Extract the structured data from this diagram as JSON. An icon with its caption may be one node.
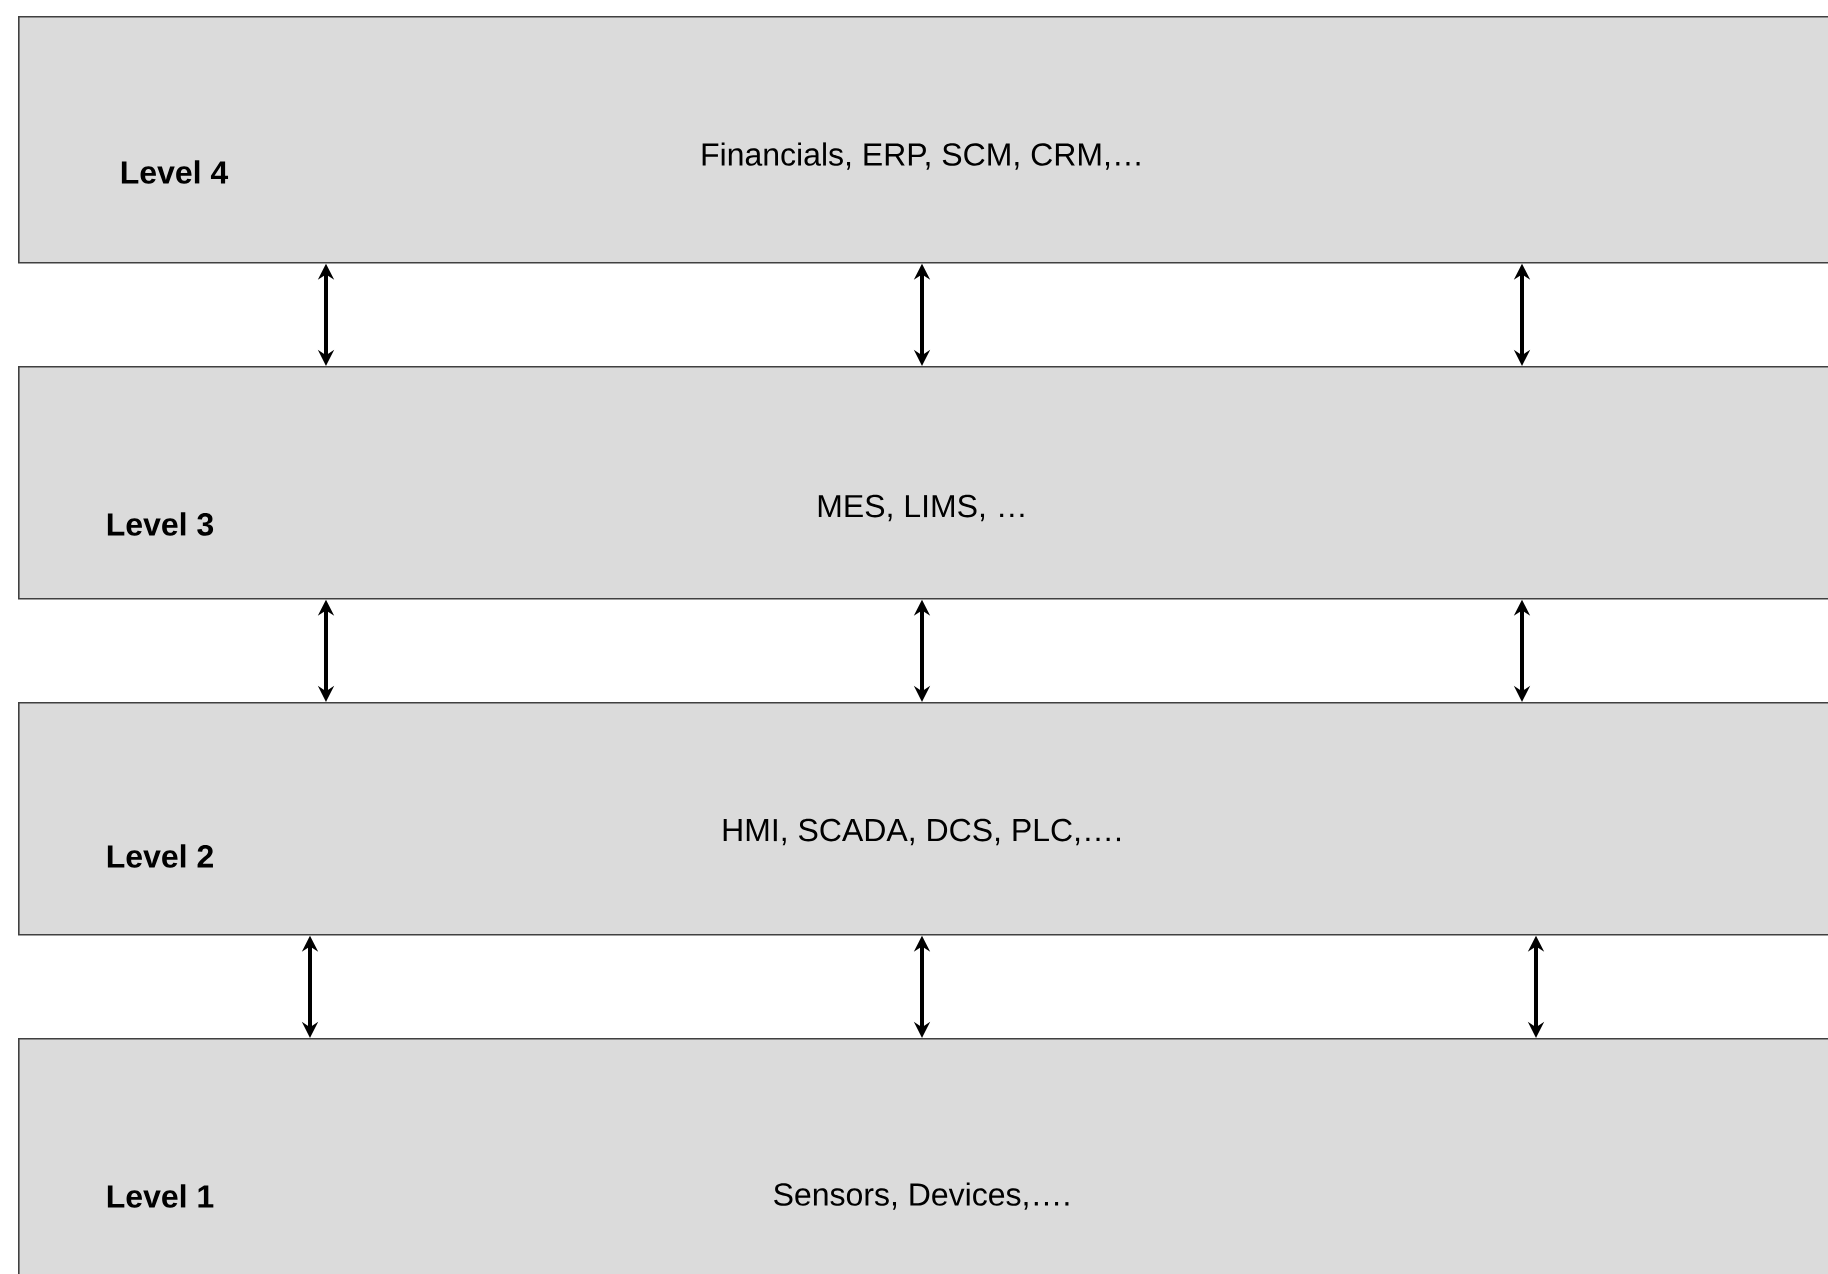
{
  "diagram": {
    "nodes": [
      {
        "text": [
          "Level 4",
          "Financials, ERP, SCM, CRM,…"
        ]
      },
      {
        "text": [
          "Level 3",
          "MES, LIMS, …"
        ]
      },
      {
        "text": [
          "Level 2",
          "HMI, SCADA, DCS, PLC,…."
        ]
      },
      {
        "text": [
          "Level 1",
          "Sensors, Devices,…."
        ]
      }
    ],
    "edges": [
      {
        "from": 0,
        "to": 1,
        "arrow": "both"
      },
      {
        "from": 0,
        "to": 1,
        "arrow": "both"
      },
      {
        "from": 0,
        "to": 1,
        "arrow": "both"
      },
      {
        "from": 1,
        "to": 2,
        "arrow": "both"
      },
      {
        "from": 1,
        "to": 2,
        "arrow": "both"
      },
      {
        "from": 1,
        "to": 2,
        "arrow": "both"
      },
      {
        "from": 2,
        "to": 3,
        "arrow": "both"
      },
      {
        "from": 2,
        "to": 3,
        "arrow": "both"
      },
      {
        "from": 2,
        "to": 3,
        "arrow": "both"
      }
    ]
  }
}
